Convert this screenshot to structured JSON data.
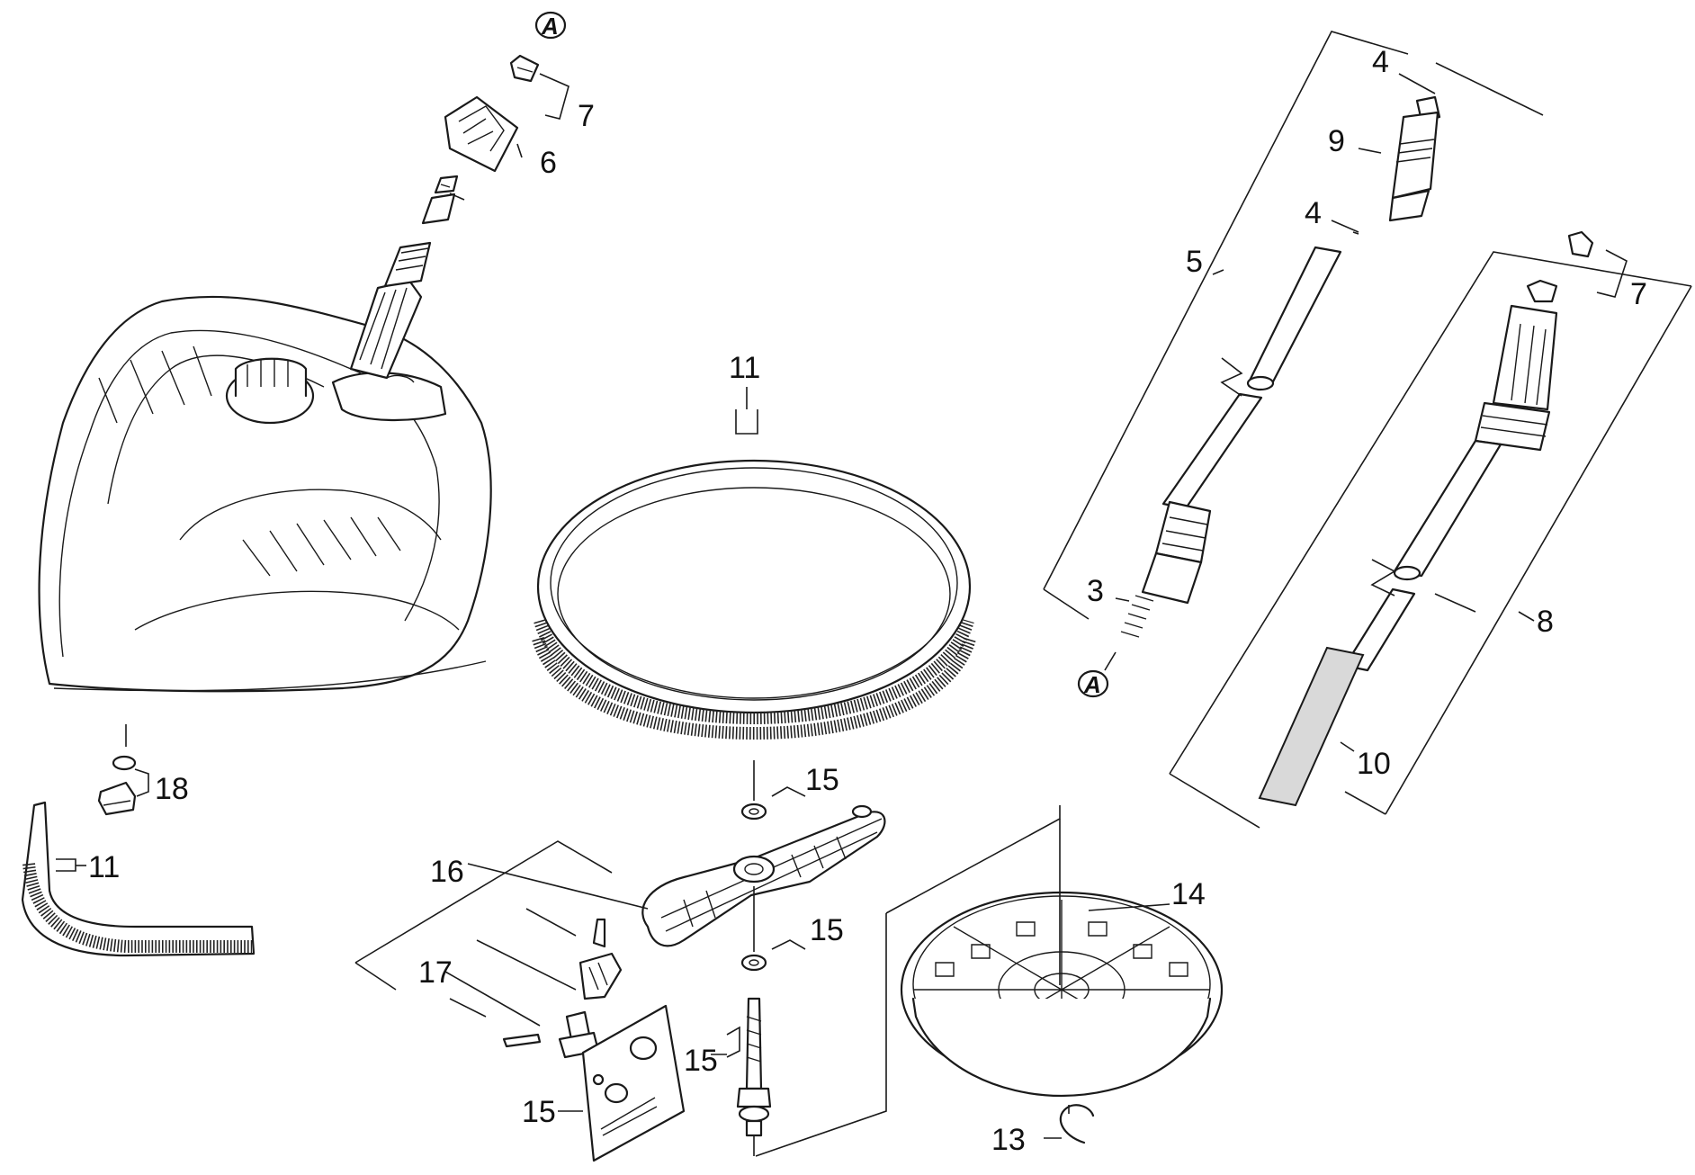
{
  "callouts": {
    "c7a": "7",
    "c6": "6",
    "c11a": "11",
    "c18": "18",
    "c11b": "11",
    "c16": "16",
    "c17": "17",
    "c15a": "15",
    "c15b": "15",
    "c15c": "15",
    "c15d": "15",
    "c14": "14",
    "c13": "13",
    "c4a": "4",
    "c9": "9",
    "c4b": "4",
    "c5": "5",
    "c3": "3",
    "c7b": "7",
    "c8": "8",
    "c10": "10"
  },
  "markers": {
    "a_top": "A",
    "a_mid": "A"
  },
  "colors": {
    "line": "#1a1a1a",
    "label_fill": "#d9d9d9",
    "background": "#ffffff"
  }
}
